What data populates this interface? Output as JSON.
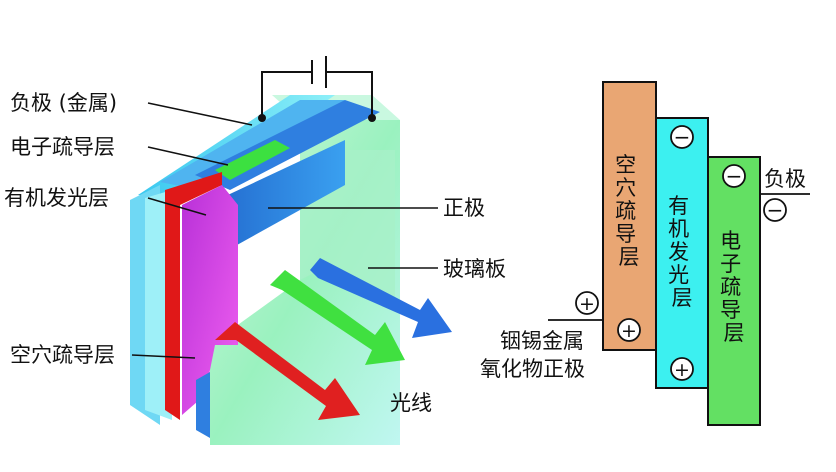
{
  "left_diagram": {
    "labels": {
      "cathode": "负极 (金属)",
      "etl": "电子疏导层",
      "emissive": "有机发光层",
      "anode": "正极",
      "glass": "玻璃板",
      "htl": "空穴疏导层",
      "light": "光线"
    }
  },
  "right_diagram": {
    "layers": [
      {
        "text": "空穴疏导层",
        "color": "#e9a673"
      },
      {
        "text": "有机发光层",
        "color": "#3cf0f0"
      },
      {
        "text": "电子疏导层",
        "color": "#63e063"
      }
    ],
    "cathode_label": "负极",
    "anode_label_line1": "铟锡金属",
    "anode_label_line2": "氧化物正极",
    "plus": "+",
    "minus": "−"
  },
  "colors": {
    "cathode_blue": "#2f8fe0",
    "emissive_red": "#e01818",
    "emissive_magenta": "#e040e0",
    "arrow_red": "#e02020",
    "arrow_green": "#40e040",
    "arrow_blue": "#2a70e0"
  }
}
